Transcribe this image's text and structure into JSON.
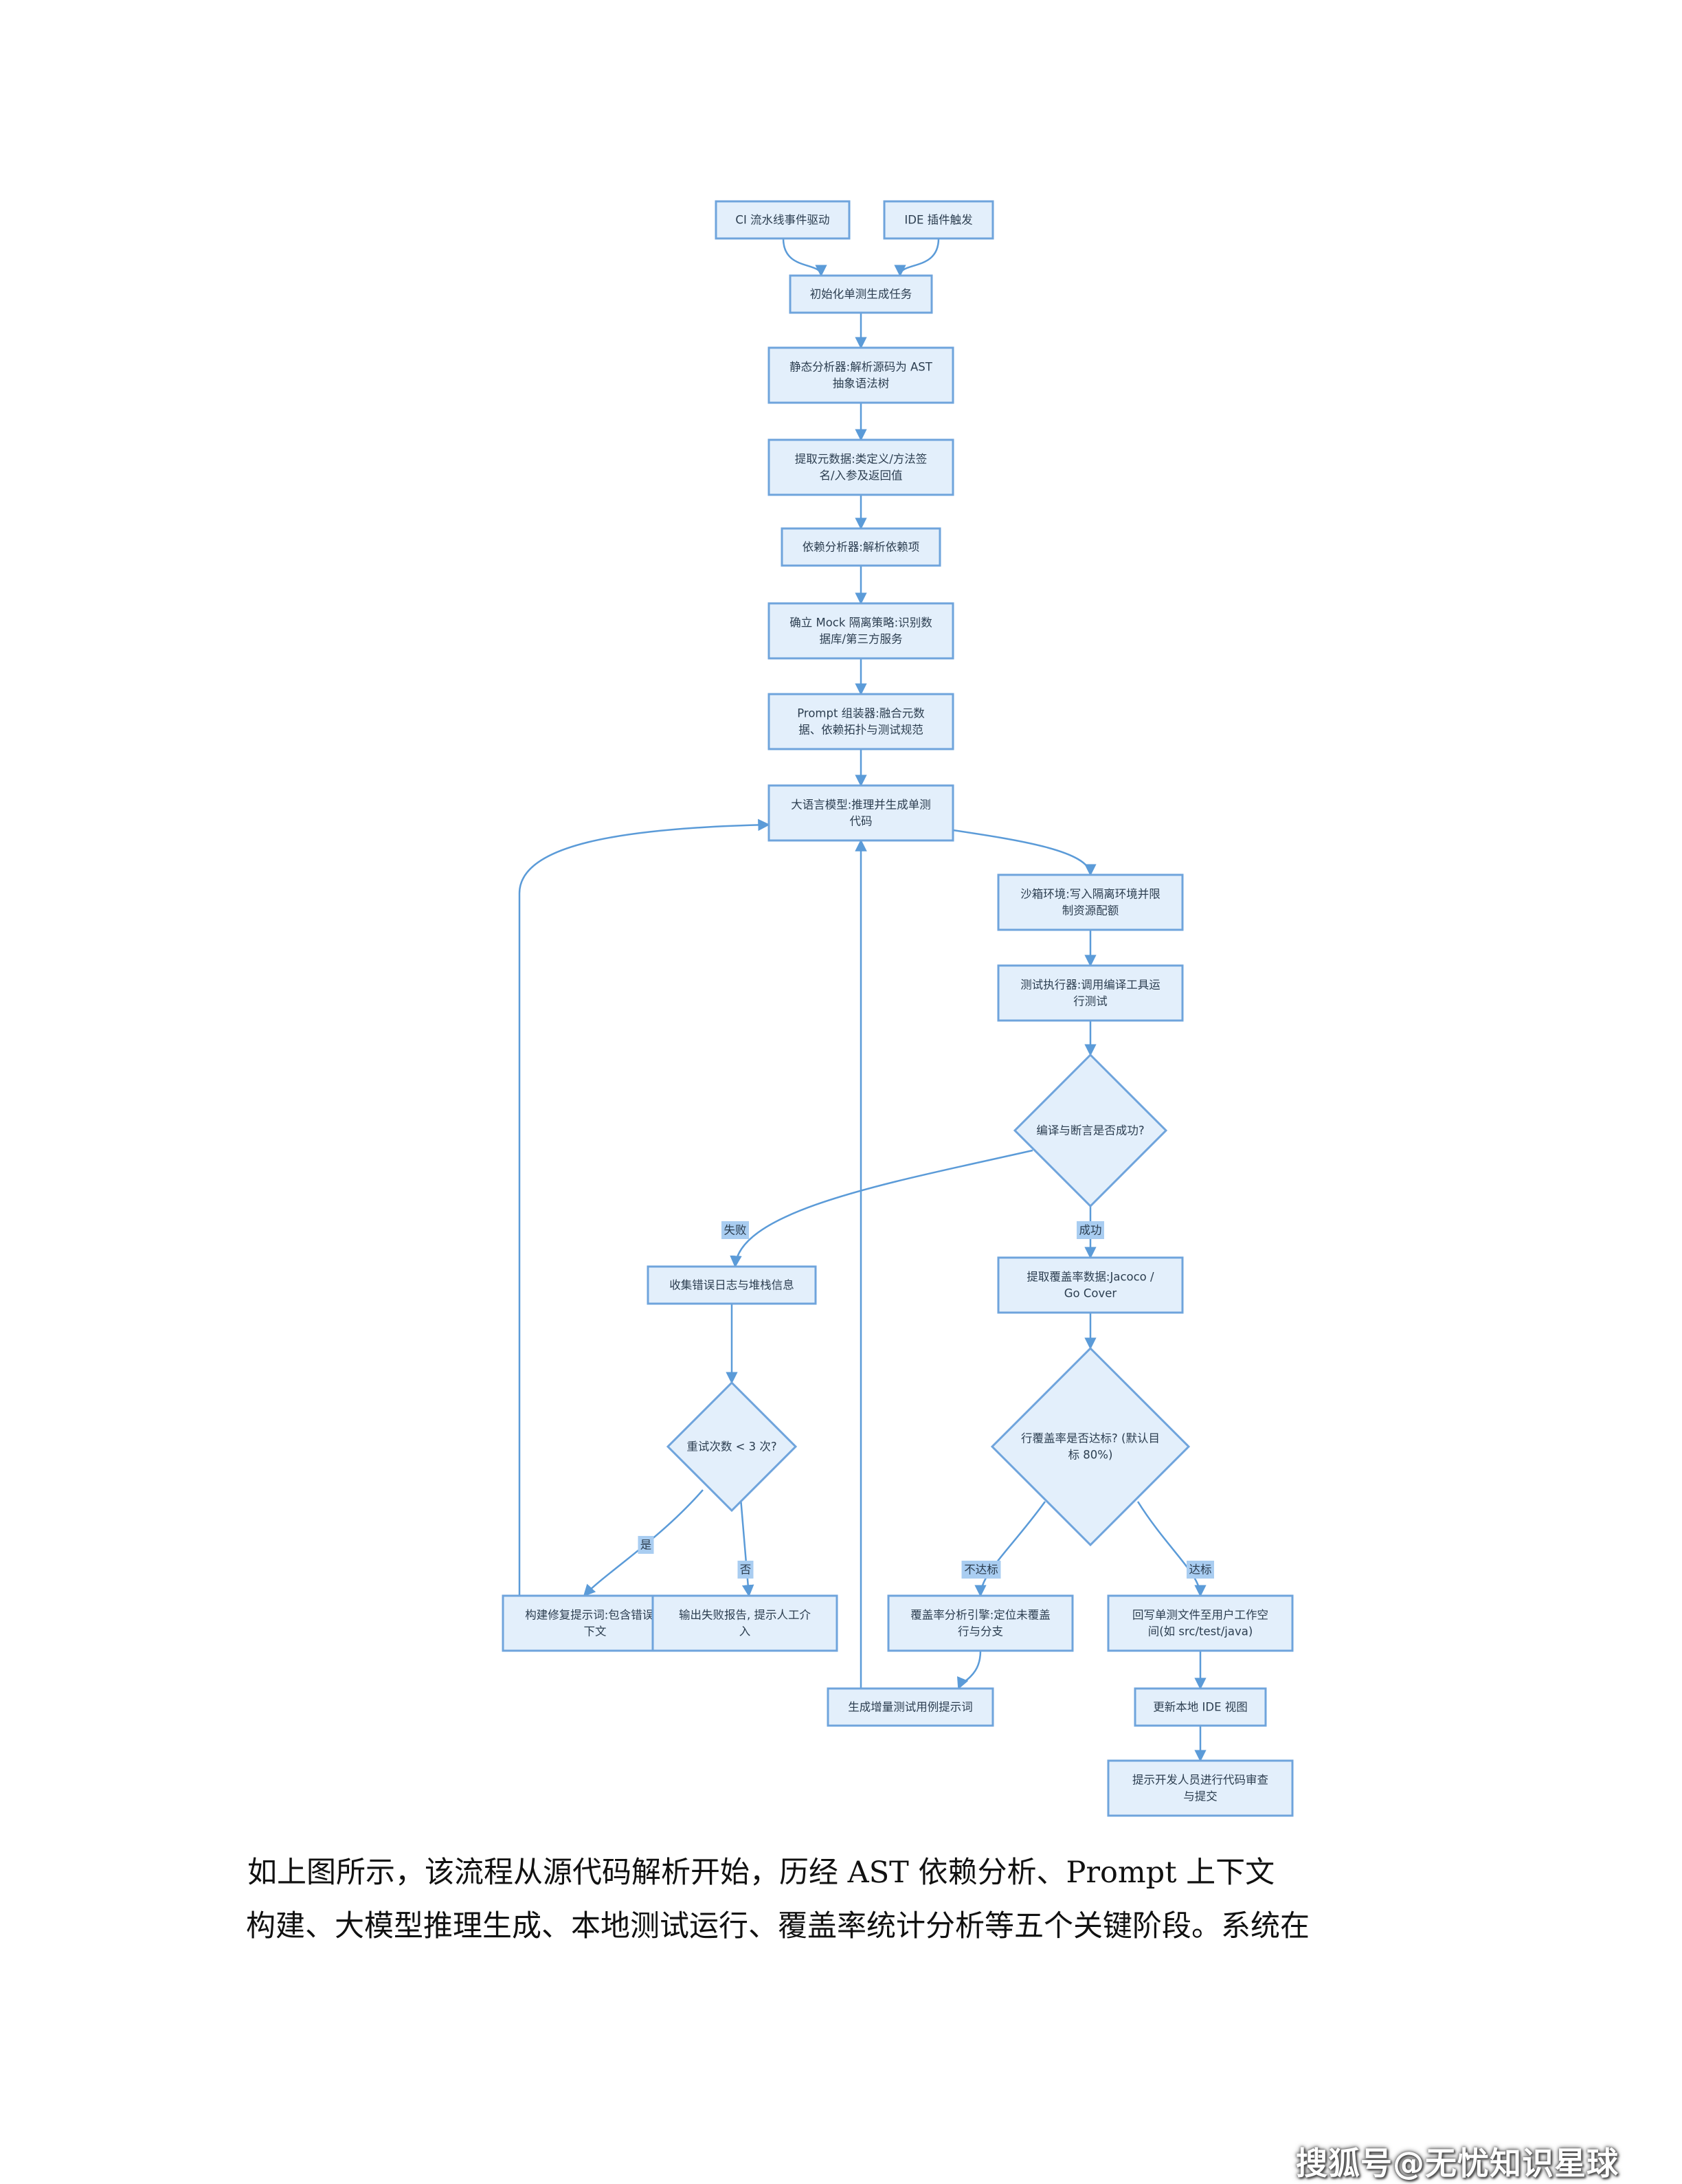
{
  "diagram": {
    "nodes": {
      "ci_trigger": "CI 流水线事件驱动",
      "ide_trigger": "IDE 插件触发",
      "init_task": "初始化单测生成任务",
      "static_analyzer": [
        "静态分析器:解析源码为 AST",
        "抽象语法树"
      ],
      "extract_metadata": [
        "提取元数据:类定义/方法签",
        "名/入参及返回值"
      ],
      "dependency_analyzer": "依赖分析器:解析依赖项",
      "mock_strategy": [
        "确立 Mock 隔离策略:识别数",
        "据库/第三方服务"
      ],
      "prompt_assembler": [
        "Prompt 组装器:融合元数",
        "据、依赖拓扑与测试规范"
      ],
      "llm": [
        "大语言模型:推理并生成单测",
        "代码"
      ],
      "sandbox": [
        "沙箱环境:写入隔离环境并限",
        "制资源配额"
      ],
      "test_executor": [
        "测试执行器:调用编译工具运",
        "行测试"
      ],
      "compile_ok": "编译与断言是否成功?",
      "collect_errors": "收集错误日志与堆栈信息",
      "coverage_extract": [
        "提取覆盖率数据:Jacoco /",
        "Go Cover"
      ],
      "retry_check": "重试次数 < 3 次?",
      "coverage_ok": [
        "行覆盖率是否达标? (默认目",
        "标 80%)"
      ],
      "fix_prompt": [
        "构建修复提示词:包含错误上",
        "下文"
      ],
      "fail_report": [
        "输出失败报告, 提示人工介",
        "入"
      ],
      "coverage_analysis": [
        "覆盖率分析引擎:定位未覆盖",
        "行与分支"
      ],
      "write_back": [
        "回写单测文件至用户工作空",
        "间(如 src/test/java)"
      ],
      "incremental_prompt": "生成增量测试用例提示词",
      "refresh_ide": "更新本地 IDE 视图",
      "review_prompt": [
        "提示开发人员进行代码审查",
        "与提交"
      ]
    },
    "edge_labels": {
      "fail": "失败",
      "success": "成功",
      "yes": "是",
      "no": "否",
      "not_met": "不达标",
      "met": "达标"
    }
  },
  "caption": {
    "line1": "如上图所示，该流程从源代码解析开始，历经 AST 依赖分析、Prompt 上下文",
    "line2": "构建、大模型推理生成、本地测试运行、覆盖率统计分析等五个关键阶段。系统在"
  },
  "watermark": "搜狐号@无忧知识星球",
  "colors": {
    "node_fill": "#e3effb",
    "node_stroke": "#6fa4dc",
    "edge": "#5b9bd8",
    "edge_label_bg": "#a9cdf1"
  }
}
